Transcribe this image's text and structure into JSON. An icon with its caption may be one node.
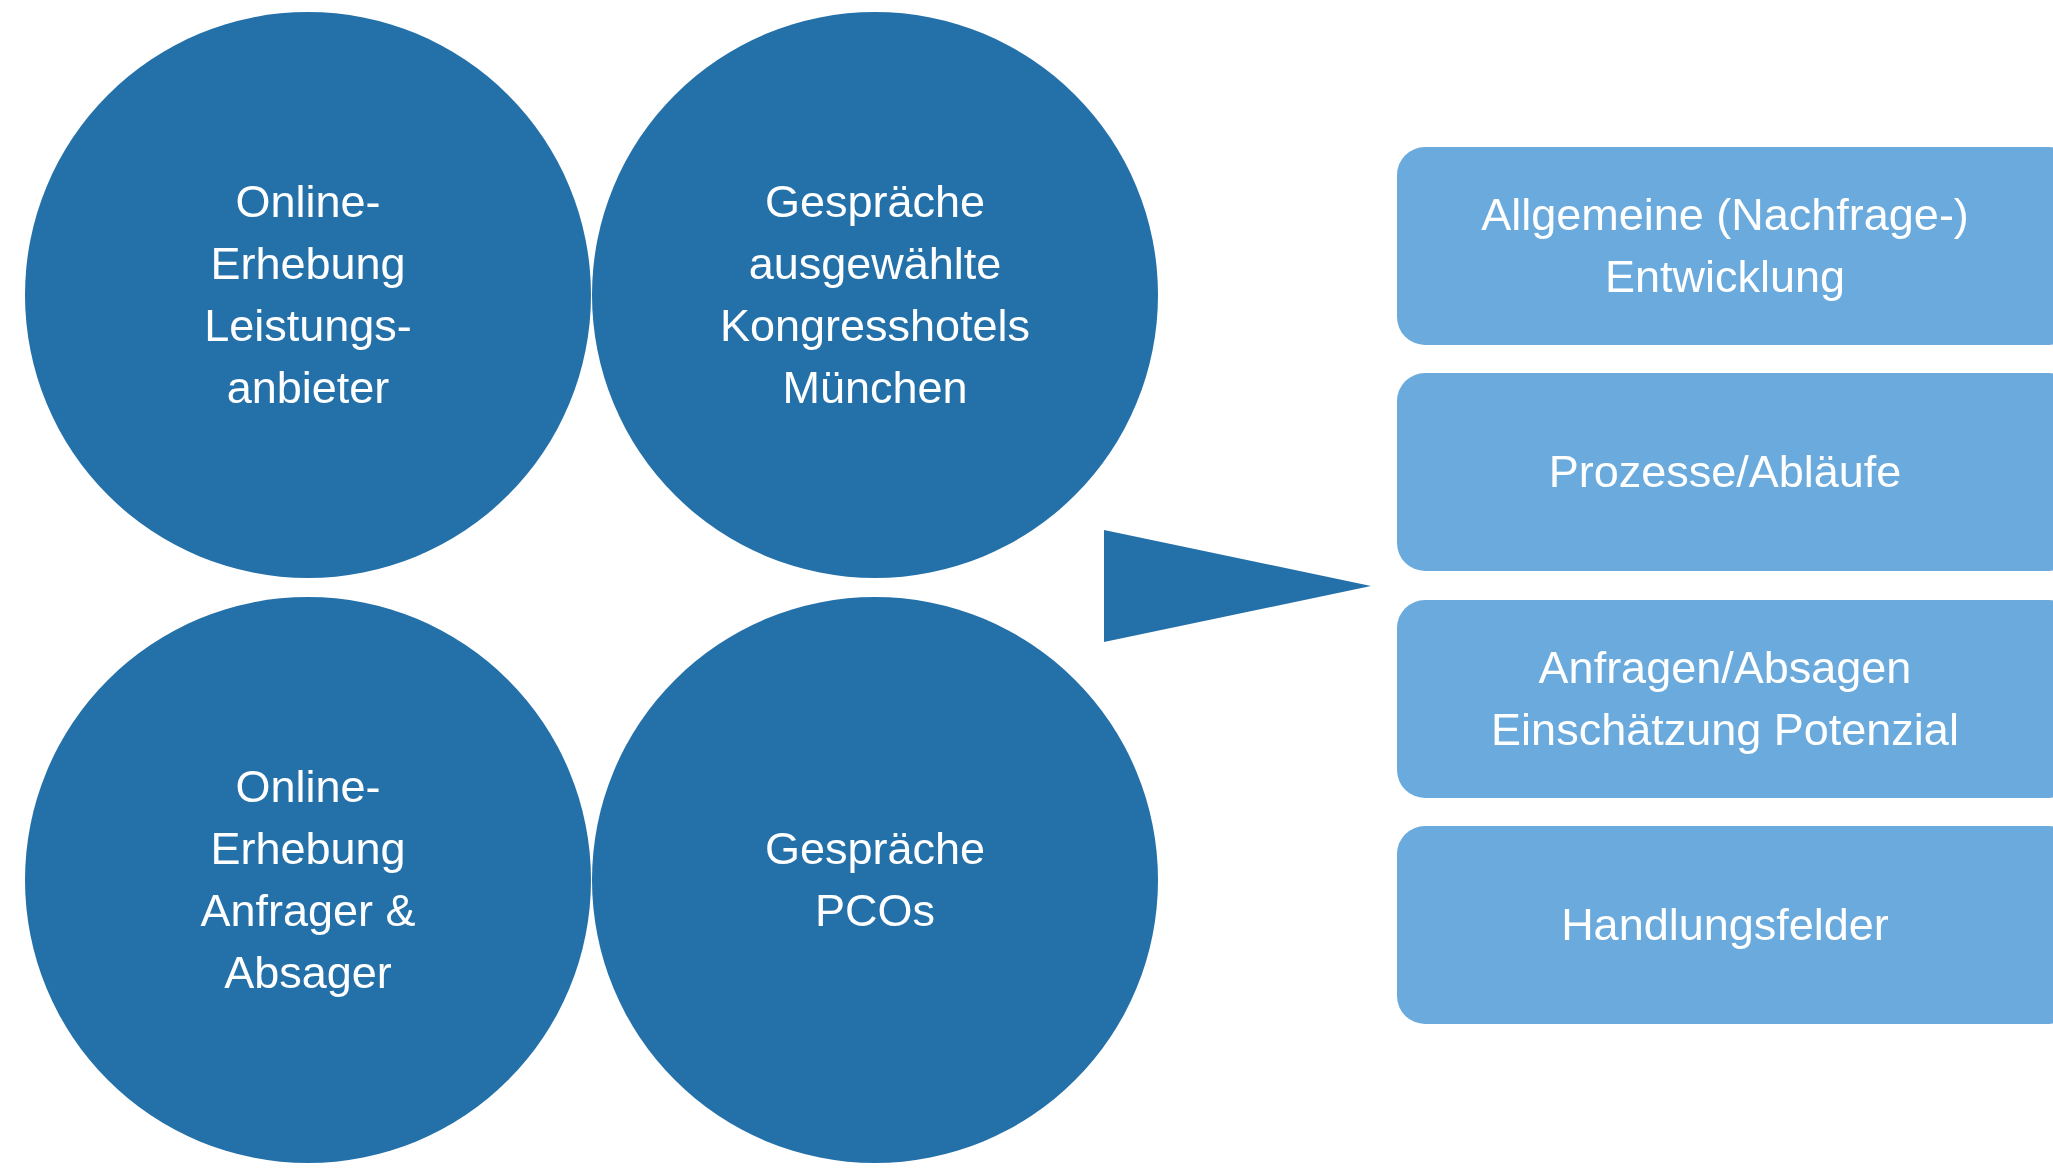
{
  "diagram": {
    "nodes": [
      {
        "text": [
          "Online-Erhebung Leistungs-anbieter"
        ]
      },
      {
        "text": [
          "Gespräche ausgewählte Kongresshotels München"
        ]
      },
      {
        "text": [
          "Online-Erhebung Anfrager & Absager"
        ]
      },
      {
        "text": [
          "Gespräche PCOs"
        ]
      },
      {
        "text": [
          "Allgemeine (Nachfrage-) Entwicklung"
        ]
      },
      {
        "text": [
          "Prozesse/Abläufe"
        ]
      },
      {
        "text": [
          "Anfragen/Absagen Einschätzung Potenzial"
        ]
      },
      {
        "text": [
          "Handlungsfelder"
        ]
      }
    ]
  }
}
